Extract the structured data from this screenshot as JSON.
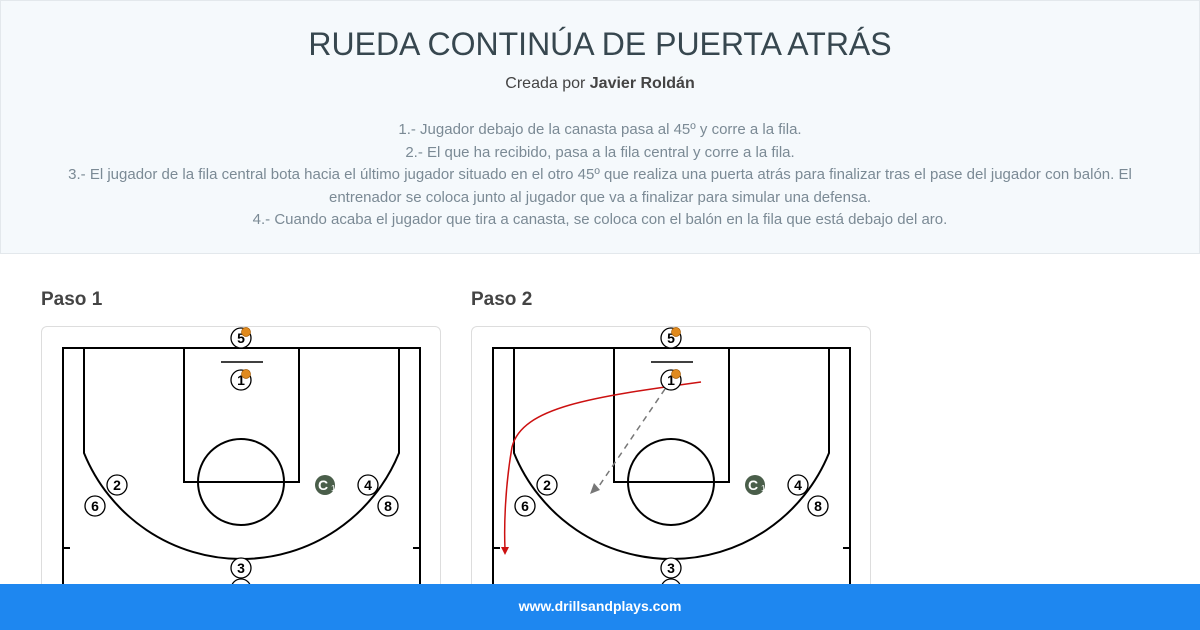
{
  "header": {
    "title": "RUEDA CONTINÚA DE PUERTA ATRÁS",
    "created_by_label": "Creada por",
    "author": "Javier Roldán",
    "steps_text": [
      "1.- Jugador debajo de la canasta pasa al 45º y corre a la fila.",
      "2.- El que ha recibido, pasa a la fila central y corre a la fila.",
      "3.- El jugador de la fila central bota hacia el último jugador situado en el otro 45º que realiza una puerta atrás para finalizar tras el pase del jugador con balón. El entrenador se coloca junto al jugador que va a finalizar para simular una defensa.",
      "4.- Cuando acaba el jugador que tira a canasta, se coloca con el balón en la fila que está debajo del aro."
    ]
  },
  "diagrams": [
    {
      "label": "Paso 1"
    },
    {
      "label": "Paso 2"
    }
  ],
  "players": [
    "5",
    "1",
    "2",
    "6",
    "C",
    "4",
    "8",
    "3"
  ],
  "coach_sub": "1",
  "colors": {
    "footer": "#1e87f0",
    "coach": "#4a5e4a",
    "ball": "#e08a1e",
    "dribble": "#cc1111",
    "pass": "#777777"
  },
  "footer": {
    "text": "www.drillsandplays.com"
  }
}
